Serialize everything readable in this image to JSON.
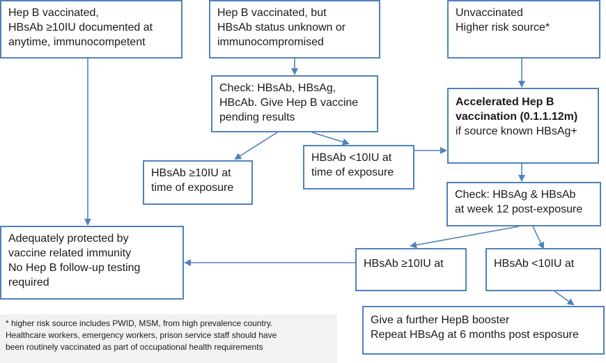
{
  "boxes": {
    "vaccinated_documented": [
      "Hep B vaccinated,",
      "HBsAb ≥10IU documented at",
      "anytime, immunocompetent"
    ],
    "vaccinated_unknown": [
      "Hep B vaccinated, but",
      "HBsAb status unknown or",
      "immunocompromised"
    ],
    "unvaccinated": [
      "Unvaccinated",
      "Higher risk source*"
    ],
    "check_hbsab": [
      "Check: HBsAb, HBsAg,",
      "HBcAb. Give Hep B vaccine",
      "pending results"
    ],
    "accelerated": {
      "bold_lines": [
        "Accelerated Hep B",
        "vaccination (0.1.1.12m)"
      ],
      "lines": [
        "if source known HBsAg+"
      ]
    },
    "hbsab_ge10_exposure": [
      "HBsAb ≥10IU at",
      "time of exposure"
    ],
    "hbsab_lt10_exposure": [
      "HBsAb <10IU at",
      "time of exposure"
    ],
    "check_week12": [
      "Check: HBsAg & HBsAb",
      "at week 12 post-exposure"
    ],
    "protected": [
      "Adequately protected by",
      "vaccine related immunity",
      "No Hep B follow-up testing",
      "required"
    ],
    "hbsab_ge10_at": [
      "HBsAb ≥10IU at"
    ],
    "hbsab_lt10_at": [
      "HBsAb <10IU at"
    ],
    "booster": [
      "Give a further HepB booster",
      "Repeat HBsAg at 6 months post esposure"
    ]
  },
  "footnote": [
    "* higher risk source includes PWID, MSM, from high prevalence country.",
    "Healthcare workers, emergency workers, prison service staff should have",
    "been routinely vaccinated as part of occupational health requirements"
  ],
  "colors": {
    "border": "#4f81bd",
    "arrow": "#4f81bd",
    "footnote_bg": "#f2f2f2"
  }
}
